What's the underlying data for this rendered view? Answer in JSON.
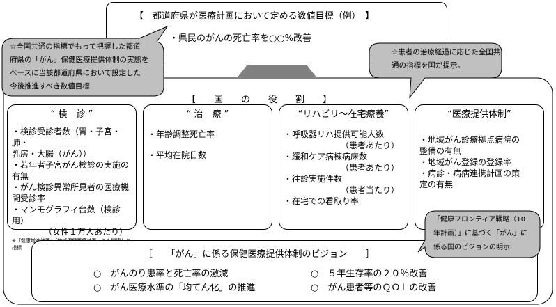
{
  "target_box": {
    "title": "【　都道府県が医療計画において定める数値目標（例）　】",
    "item": "・県民のがんの死亡率を○○%改善"
  },
  "roles_title": "【　　国　　の　　役　　割　　】",
  "roles": [
    {
      "heading": "“ 検　診 ”",
      "items": [
        "・検診受診者数（胃・子宮・肺・\n乳房・大腸（がん））",
        "・若年者子宮がん検診の実施の\n有無",
        "・がん検診異常所見者の医療機\n関受診率",
        "・マンモグラフィ台数（検診用）"
      ],
      "sub": "（女性１万人あたり）",
      "note": "※「健康増進計画」「地域保健医療計画」とも関連した指標"
    },
    {
      "heading": "“ 治　療 ”",
      "items": [
        "・年齢調整死亡率",
        "・平均在院日数"
      ]
    },
    {
      "heading": "“リハビリ～在宅療養”",
      "items": [
        {
          "text": "・呼吸器リハ提供可能人数",
          "sub": "（患者あたり）"
        },
        {
          "text": "・緩和ケア病棟病床数",
          "sub": "（患者あたり）"
        },
        {
          "text": "・往診実施件数",
          "sub": "（患者当たり）"
        },
        {
          "text": "・在宅での看取り率",
          "sub": ""
        }
      ]
    },
    {
      "heading": "“医療提供体制”",
      "items": [
        "・地域がん診療拠点病院の\n整備の有無",
        "・地域がん登録の登録率",
        "・病診・病病連携計画の策\n定の有無"
      ]
    }
  ],
  "callouts": {
    "left": "☆全国共通の指標でもって把握した都道\n府県の「がん」保健医療提供体制の実態を\nベースに当該都道府県において設定した\n今後推進すべき数値目標",
    "right": "☆患者の治療経過に応じた全国共\n通の指標を国が提示。",
    "bottom": "「健康フロンティア戦略（10\n年計画）」に基づく「がん」に\n係る国のビジョンの明示"
  },
  "vision": {
    "title": "［　　「がん」に係る保健医療提供体制のビジョン　　］",
    "items": [
      "○　がんのり患率と死亡率の激減",
      "○　５年生存率の２０％改善",
      "○　がん医療水準の「均てん化」の推進",
      "○　がん患者等のＱＯＬの改善"
    ]
  }
}
